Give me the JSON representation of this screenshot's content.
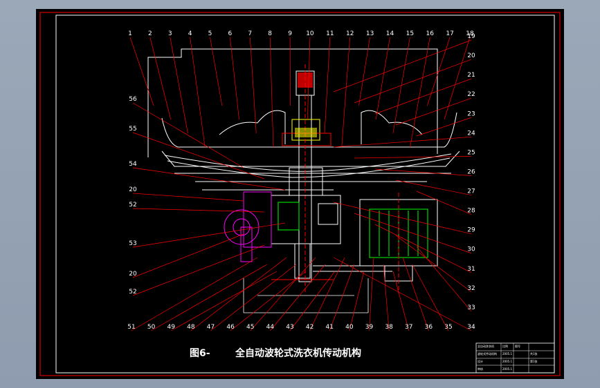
{
  "drawing": {
    "caption_prefix": "图6-",
    "caption_title": "全自动波轮式洗衣机传动机构",
    "title_block": {
      "cells": [
        "全自动洗衣机",
        "波轮式传动机构",
        "比例",
        "图号",
        "设计",
        "审核",
        "共1张",
        "第1张",
        "2005.1",
        "2005.1",
        "2005.1"
      ]
    },
    "part_labels_top": [
      "1",
      "2",
      "3",
      "4",
      "5",
      "6",
      "7",
      "8",
      "9",
      "10",
      "11",
      "12",
      "13",
      "14",
      "15",
      "16",
      "17",
      "18"
    ],
    "part_labels_right": [
      "19",
      "20",
      "21",
      "22",
      "23",
      "24",
      "25",
      "26",
      "27",
      "28",
      "29",
      "30",
      "31",
      "32",
      "33",
      "34"
    ],
    "part_labels_bottom": [
      "51",
      "50",
      "49",
      "48",
      "47",
      "46",
      "45",
      "44",
      "43",
      "42",
      "41",
      "40",
      "39",
      "38",
      "37",
      "36",
      "35"
    ],
    "part_labels_left": [
      "56",
      "55",
      "54",
      "20",
      "52",
      "53",
      "20",
      "52"
    ],
    "colors": {
      "background": "#000000",
      "frame": "#ff0000",
      "outline": "#ffffff",
      "leader": "#ff0000",
      "part_green": "#00ff00",
      "part_magenta": "#ff00ff",
      "part_yellow": "#ffff00",
      "part_cyan": "#00ffff"
    }
  }
}
